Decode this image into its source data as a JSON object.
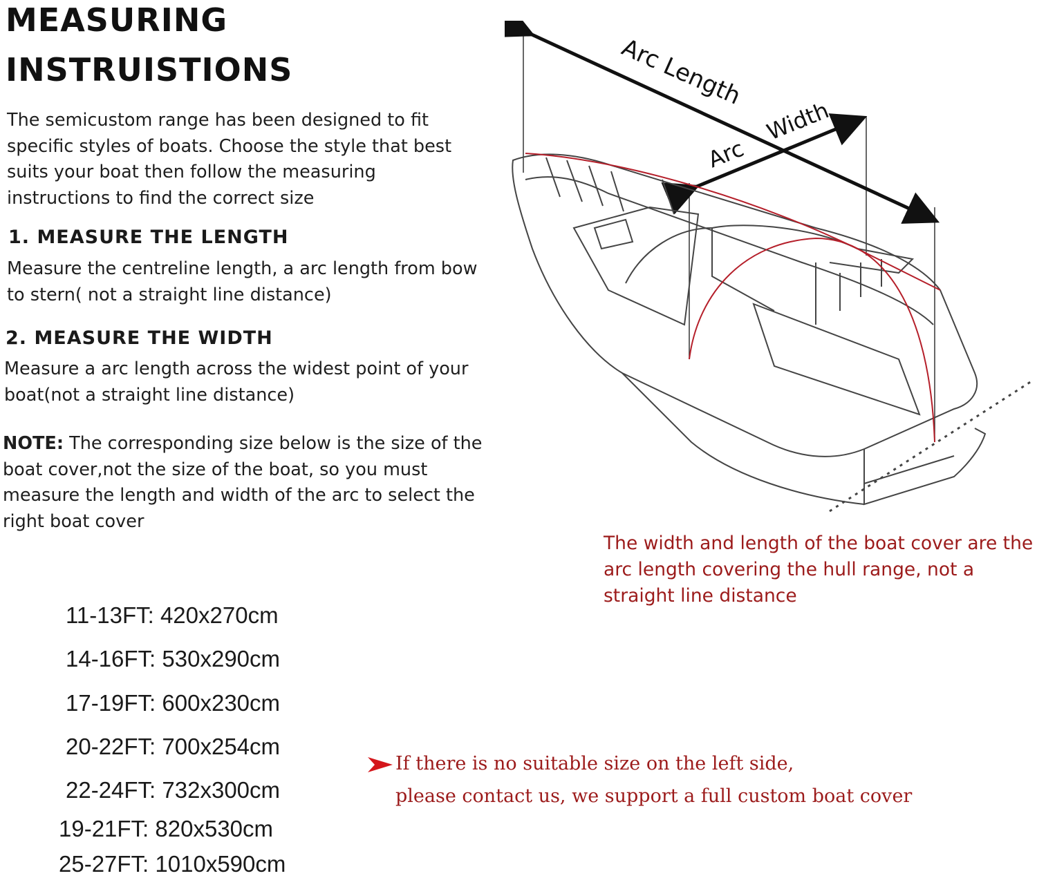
{
  "title": {
    "line1": "MEASURING",
    "line2": "INSTRUISTIONS"
  },
  "intro": "The semicustom range has been designed to fit specific styles of boats. Choose the style that best suits your boat then follow the measuring instructions to find the correct size",
  "steps": [
    {
      "heading": "1. MEASURE THE LENGTH",
      "text": "Measure the centreline length, a arc length from bow to stern( not a straight line distance)"
    },
    {
      "heading": "2. MEASURE THE WIDTH",
      "text": "Measure a arc length across the widest point of your boat(not a straight line distance)"
    }
  ],
  "note": {
    "label": "NOTE:",
    "text": " The corresponding size below is the size of the boat cover,not the size of the boat, so you must measure the length and width of the arc to select the right boat cover"
  },
  "sizes": [
    {
      "range": "11-13FT:",
      "size": "420x270cm"
    },
    {
      "range": "14-16FT:",
      "size": "530x290cm"
    },
    {
      "range": "17-19FT:",
      "size": "600x230cm"
    },
    {
      "range": "20-22FT:",
      "size": "700x254cm"
    },
    {
      "range": "22-24FT:",
      "size": "732x300cm"
    },
    {
      "range": "19-21FT:",
      "size": "820x530cm"
    },
    {
      "range": "25-27FT:",
      "size": "1010x590cm"
    }
  ],
  "diagram": {
    "arc_length_label": "Arc Length",
    "arc_label": "Arc",
    "width_label": "Width"
  },
  "arc_note": "The width and length of the boat cover are the arc length covering the hull range, not a straight line distance",
  "custom_note": {
    "line1": "If there is no suitable size on the left side,",
    "line2": "please contact us, we support a full custom boat cover"
  },
  "colors": {
    "accent_red": "#9c1b1b",
    "arrow_red": "#d4161b",
    "text": "#1a1a1a"
  }
}
